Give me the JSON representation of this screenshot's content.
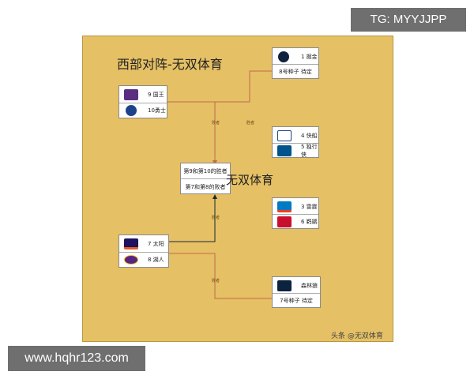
{
  "title": "西部对阵-无双体育",
  "watermark_center": "无双体育",
  "watermark_credit": "头条 @无双体育",
  "overlay_top_right": "TG: MYYJJPP",
  "overlay_bottom_left": "www.hqhr123.com",
  "playin_top": {
    "team_a": "9 国王",
    "team_b": "10勇士"
  },
  "playin_bottom": {
    "team_a": "7 太阳",
    "team_b": "8 湖人"
  },
  "middle_box": {
    "line1": "第9和第10的胜者",
    "line2": "第7和第8的败者"
  },
  "series_1": {
    "team_a": "1 掘金",
    "team_b": "8号种子 待定"
  },
  "series_2": {
    "team_a": "4 快船",
    "team_b": "5 独行侠"
  },
  "series_3": {
    "team_a": "3 雷霆",
    "team_b": "6 鹈鹕"
  },
  "series_4": {
    "team_a": "森林狼",
    "team_b": "7号种子 待定"
  },
  "connector_labels": {
    "winner": "胜者",
    "loser": "败者"
  },
  "colors": {
    "board": "#e5c065",
    "connector": "#c46a4a",
    "connector_dark": "#1a2a3a",
    "kings": "#5a2d81",
    "warriors": "#1d428a",
    "suns": "#e56020",
    "lakers": "#552583",
    "nuggets": "#0e2240",
    "clippers": "#1d428a",
    "mavericks": "#00538c",
    "thunder": "#007ac1",
    "pelicans": "#0c2340",
    "timberwolves": "#0c2340"
  },
  "icons": [
    "kings-logo",
    "warriors-logo",
    "suns-logo",
    "lakers-logo",
    "nuggets-logo",
    "clippers-logo",
    "mavericks-logo",
    "thunder-logo",
    "pelicans-logo",
    "timberwolves-logo"
  ]
}
